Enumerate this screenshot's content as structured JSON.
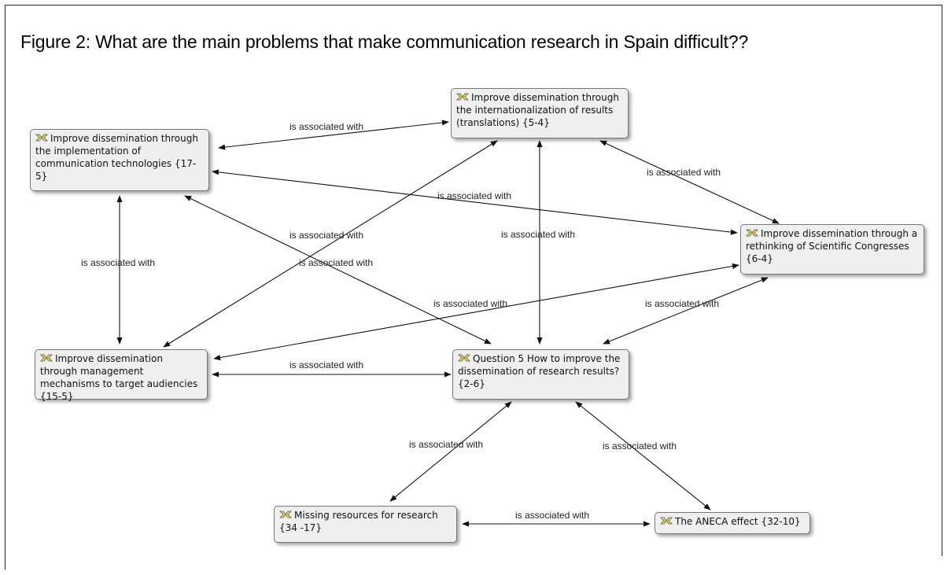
{
  "figure": {
    "title": "Figure 2: What are the main problems that make communication research in Spain difficult??"
  },
  "nodes": [
    {
      "id": "n1",
      "icon": "code-family-icon",
      "label": "Improve dissemination through the implementation of communication technologies {17-5}"
    },
    {
      "id": "n2",
      "icon": "code-family-icon",
      "label": "Improve dissemination through the internationalization of results (translations) {5-4}"
    },
    {
      "id": "n3",
      "icon": "code-family-icon",
      "label": "Improve dissemination through a rethinking of Scientific Congresses {6-4}"
    },
    {
      "id": "n4",
      "icon": "code-family-icon",
      "label": "Improve dissemination through management mechanisms to target audiencies {15-5}"
    },
    {
      "id": "n5",
      "icon": "code-family-icon",
      "label": "Question 5 How to improve the dissemination of research results? {2-6}"
    },
    {
      "id": "n6",
      "icon": "code-family-icon",
      "label": "Missing resources for research {34 -17}"
    },
    {
      "id": "n7",
      "icon": "code-family-icon",
      "label": "The ANECA effect {32-10}"
    }
  ],
  "edges": [
    {
      "from": "n1",
      "to": "n2",
      "label": "is associated with"
    },
    {
      "from": "n2",
      "to": "n3",
      "label": "is associated with"
    },
    {
      "from": "n1",
      "to": "n3",
      "label": "is associated with"
    },
    {
      "from": "n1",
      "to": "n4",
      "label": "is associated with"
    },
    {
      "from": "n2",
      "to": "n4",
      "label": "is associated with"
    },
    {
      "from": "n1",
      "to": "n5",
      "label": "is associated with"
    },
    {
      "from": "n2",
      "to": "n5",
      "label": "is associated with"
    },
    {
      "from": "n3",
      "to": "n4",
      "label": "is associated with"
    },
    {
      "from": "n3",
      "to": "n5",
      "label": "is associated with"
    },
    {
      "from": "n4",
      "to": "n5",
      "label": "is associated with"
    },
    {
      "from": "n5",
      "to": "n6",
      "label": "is associated with"
    },
    {
      "from": "n5",
      "to": "n7",
      "label": "is associated with"
    },
    {
      "from": "n6",
      "to": "n7",
      "label": "is associated with"
    }
  ]
}
